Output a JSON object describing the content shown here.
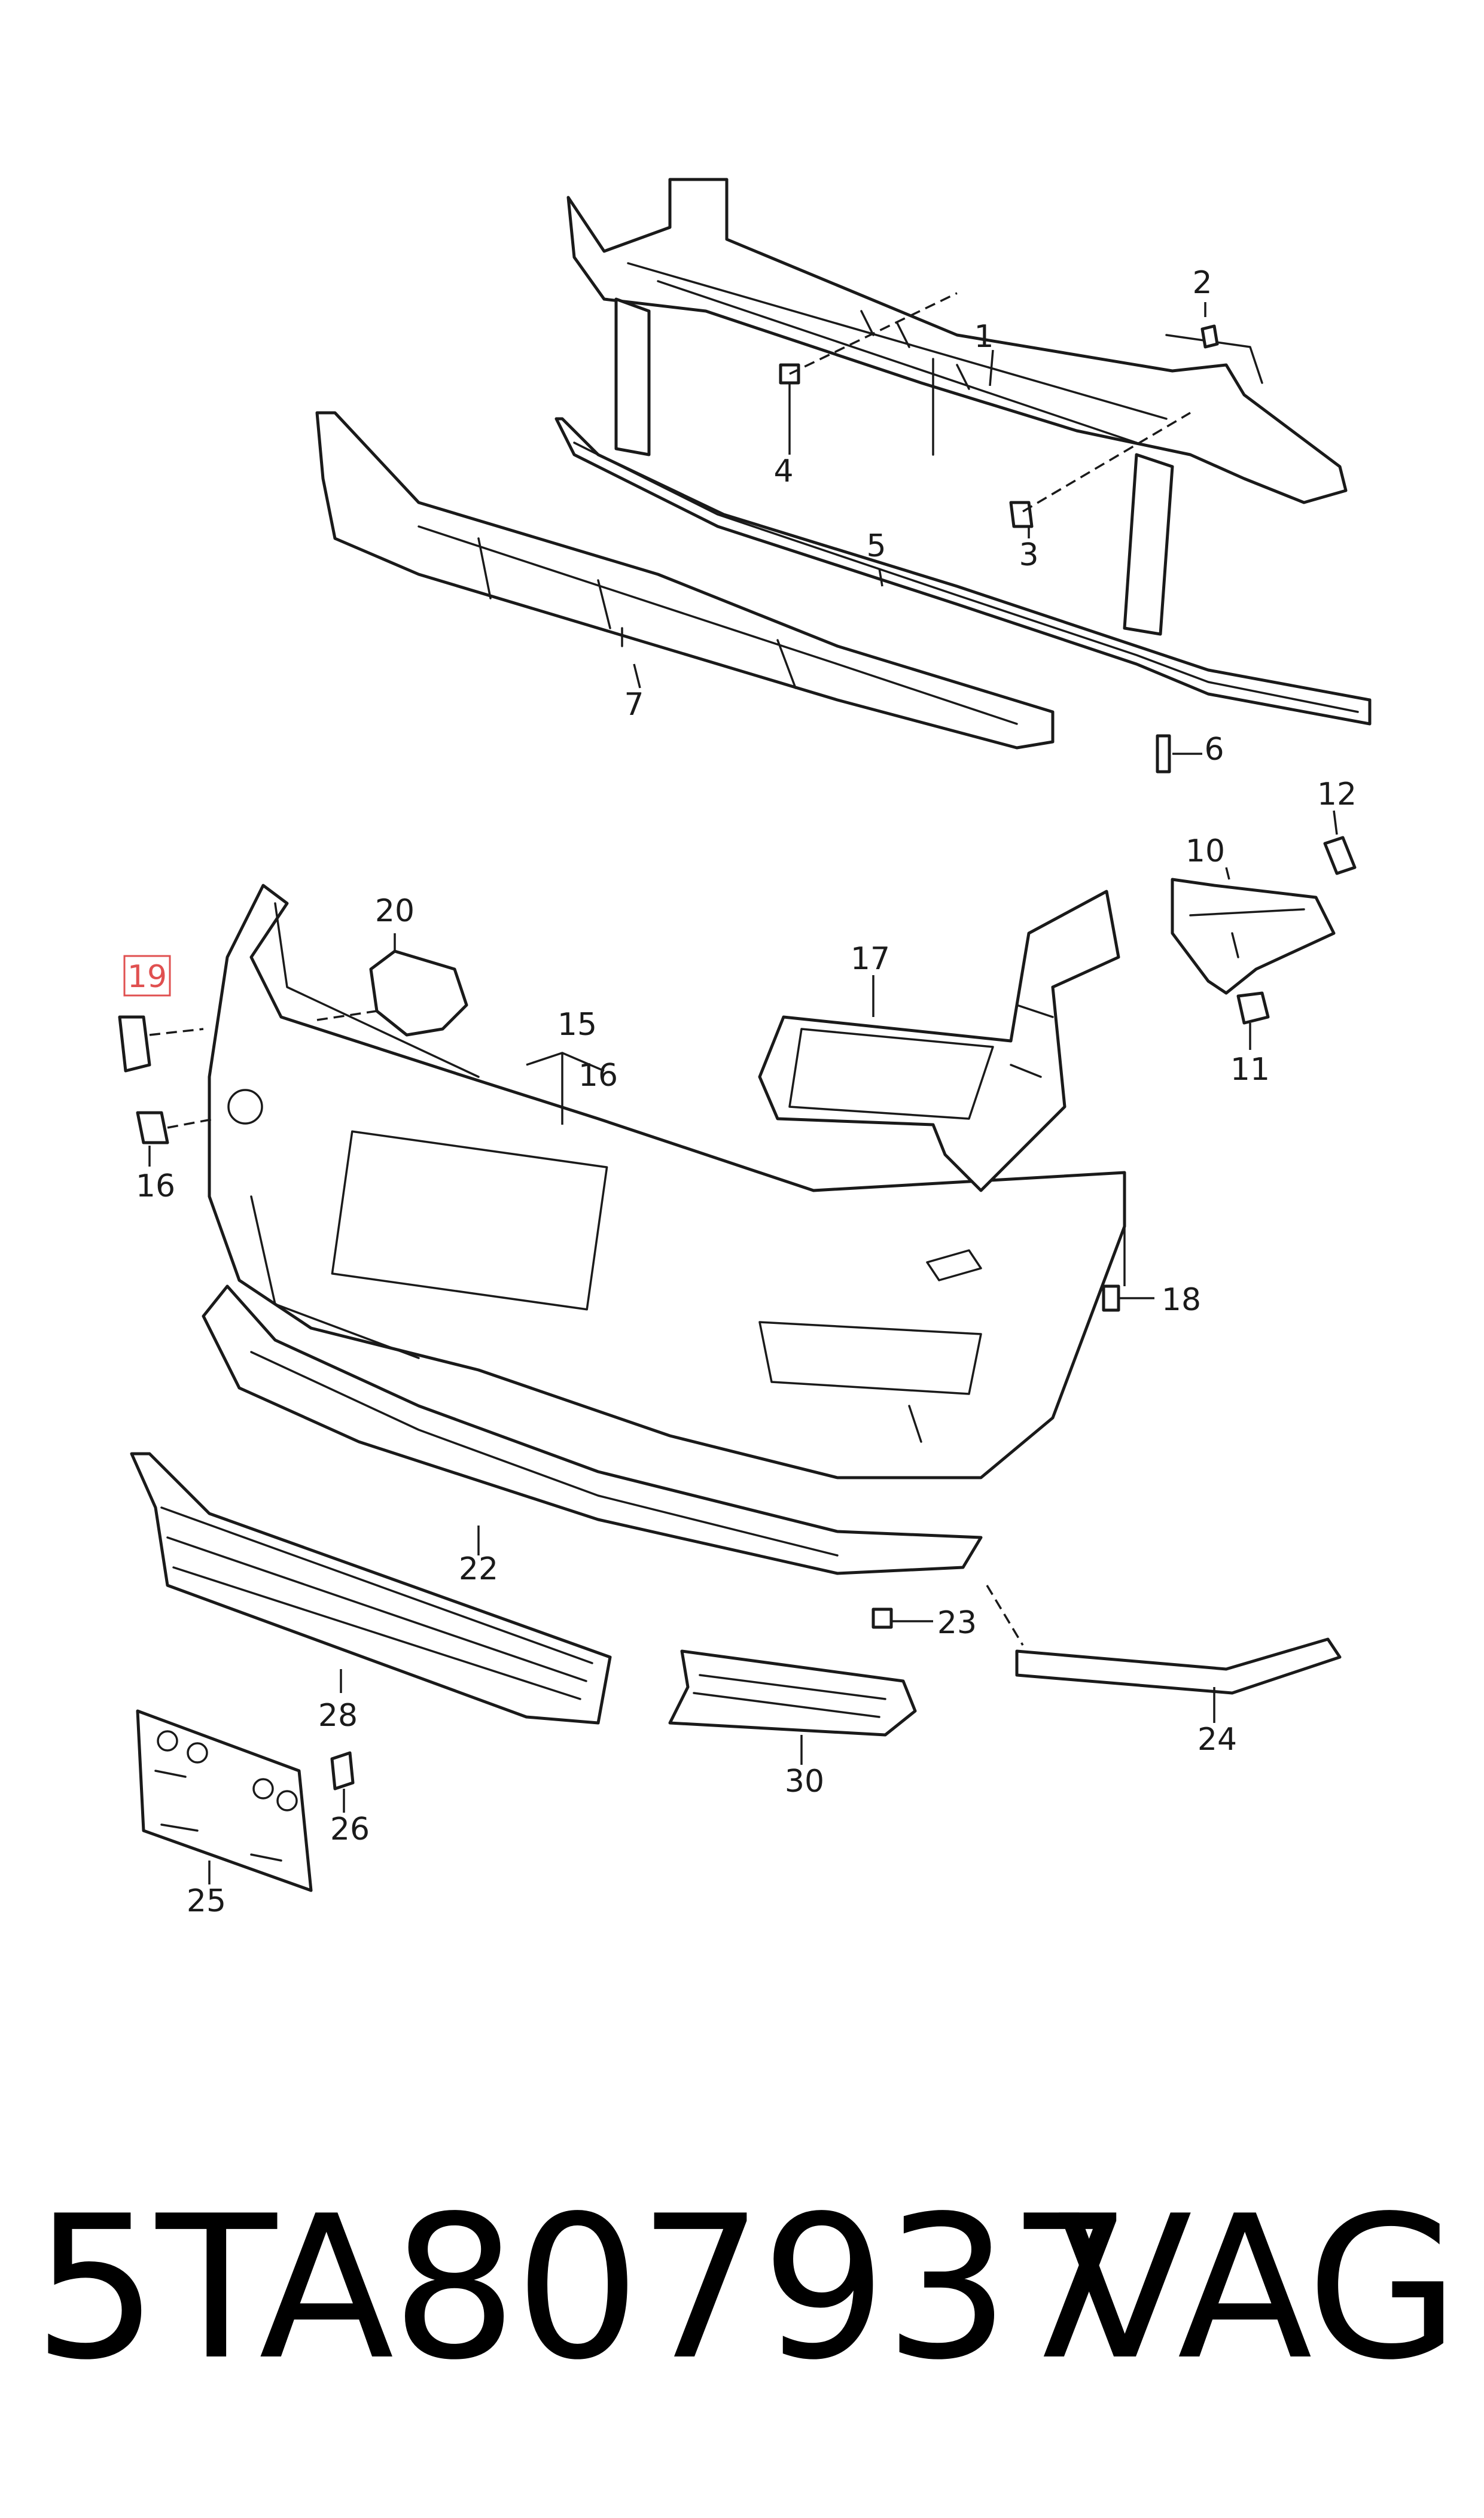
{
  "callouts": [
    "1",
    "2",
    "3",
    "4",
    "5",
    "6",
    "7",
    "10",
    "11",
    "12",
    "15",
    "16",
    "16",
    "17",
    "18",
    "19",
    "20",
    "22",
    "23",
    "24",
    "25",
    "26",
    "28",
    "30"
  ],
  "highlighted_callout": "19",
  "highlight_color": "#e05050",
  "footer": {
    "part_number": "5TA807937",
    "brand": "VAG"
  }
}
